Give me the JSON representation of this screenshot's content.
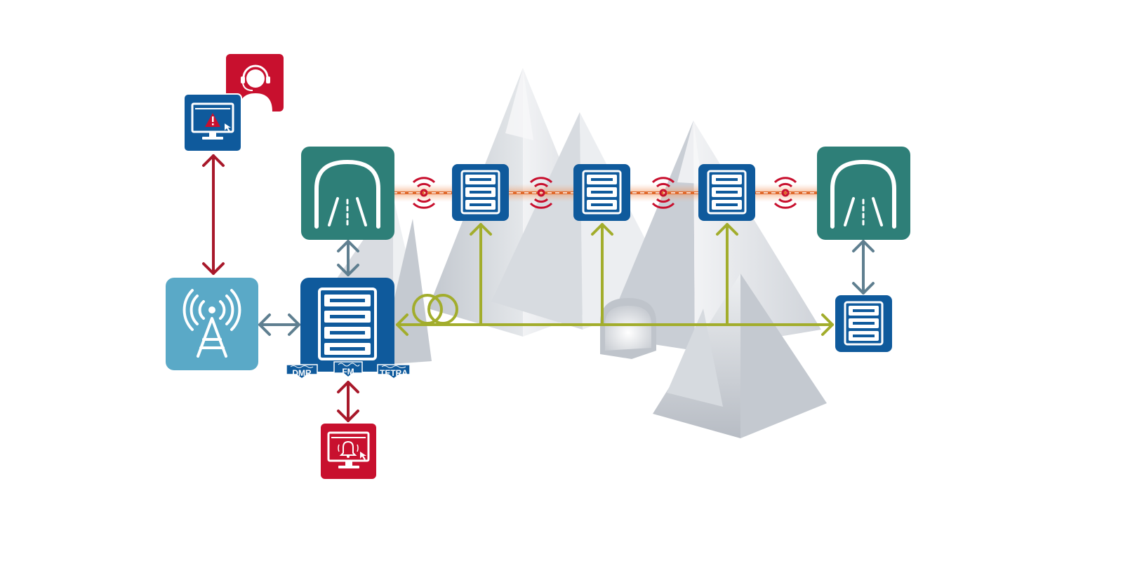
{
  "palette": {
    "background": "#ffffff",
    "mountain_light": "#e9ebee",
    "mountain_mid": "#d3d7dc",
    "mountain_dark": "#b9bec6",
    "tunnel_green": "#2e7f78",
    "device_blue": "#0f5a9c",
    "antenna_light_blue": "#5aa9c7",
    "alert_red": "#c8102e",
    "arrow_red": "#a8182a",
    "arrow_slate": "#5f7f90",
    "arrow_olive": "#a2ad2c",
    "leaky_cable_orange": "#e06a2c",
    "signal_red": "#c8102e"
  },
  "icons": {
    "operator": "headset-operator-icon",
    "alarm_monitor": "monitor-warning-icon",
    "bell_monitor": "monitor-bell-icon",
    "base_station": "radio-tower-icon",
    "tunnel": "tunnel-road-icon",
    "repeater": "server-rack-icon",
    "fiber": "fiber-coil-icon",
    "signal": "radiating-signal-icon"
  },
  "labels": {
    "dmr": "DMR",
    "fm": "FM",
    "tetra": "TETRA"
  }
}
